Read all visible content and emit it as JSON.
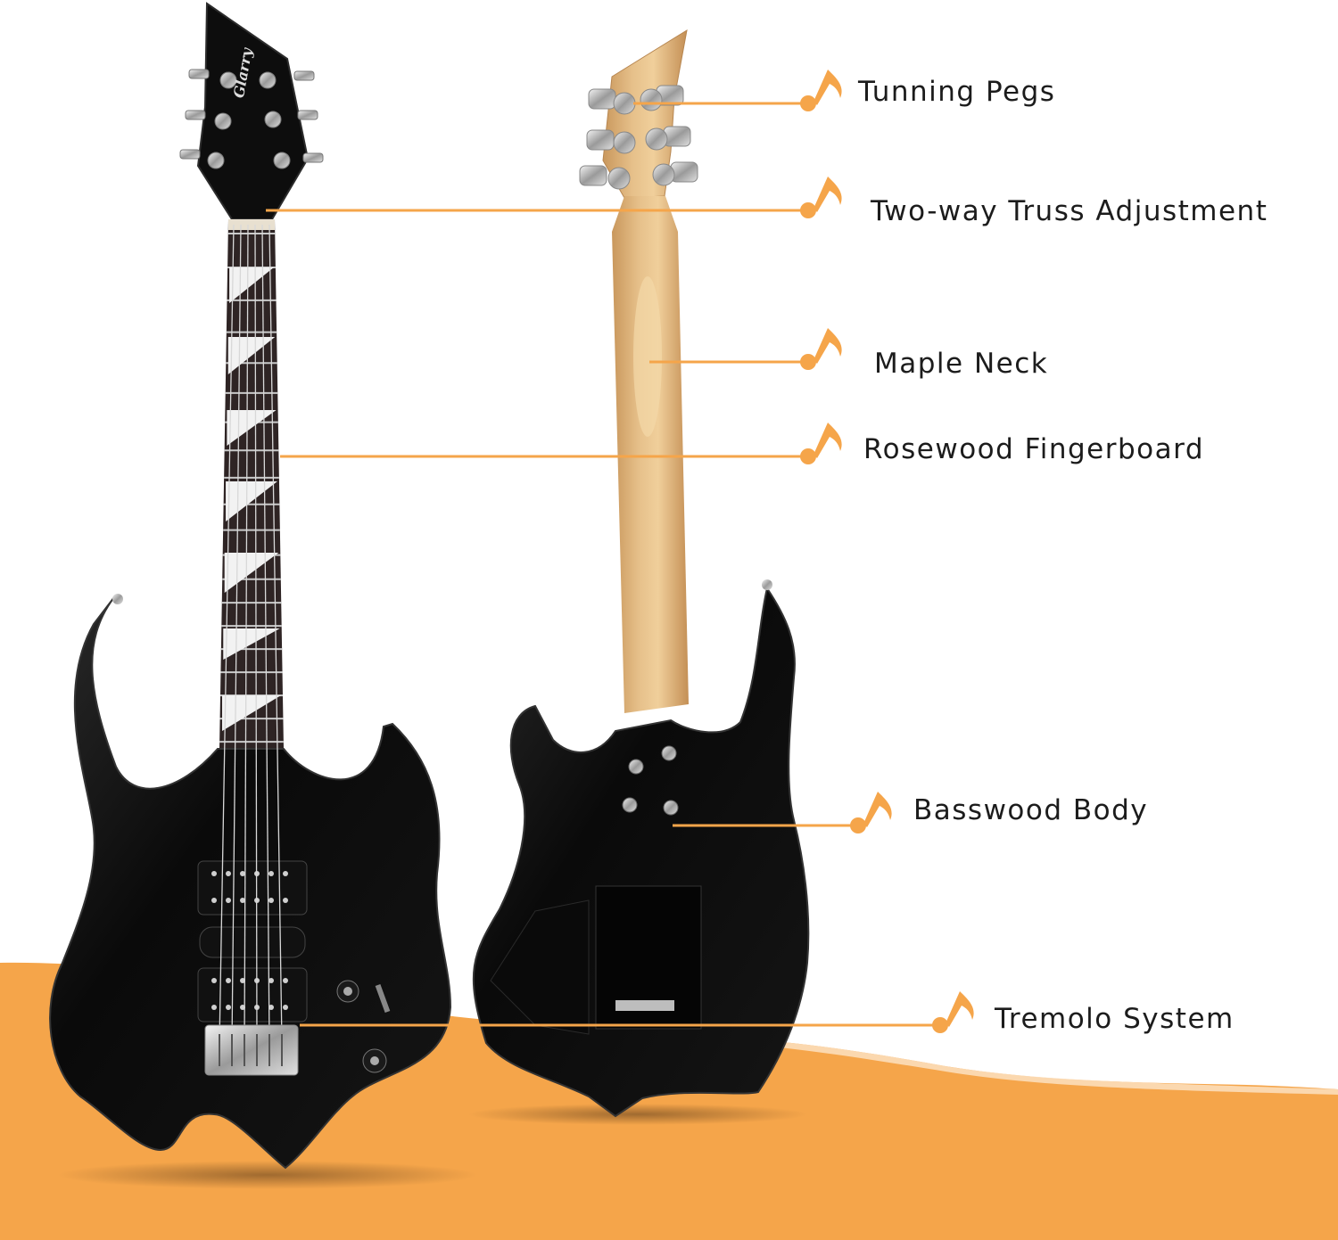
{
  "brand": {
    "logo_text": "Glarry"
  },
  "colors": {
    "accent": "#f5a54a",
    "background": "#ffffff",
    "wave": "#f5a54a",
    "guitar_body": "#0c0c0c",
    "maple": "#d9ad74",
    "text": "#1c1c1c"
  },
  "callouts": [
    {
      "id": "tuning-pegs",
      "label": "Tunning Pegs",
      "icon": "music-note-icon"
    },
    {
      "id": "truss",
      "label": "Two-way Truss Adjustment",
      "icon": "music-note-icon"
    },
    {
      "id": "maple-neck",
      "label": "Maple Neck",
      "icon": "music-note-icon"
    },
    {
      "id": "fingerboard",
      "label": "Rosewood Fingerboard",
      "icon": "music-note-icon"
    },
    {
      "id": "body",
      "label": "Basswood Body",
      "icon": "music-note-icon"
    },
    {
      "id": "tremolo",
      "label": "Tremolo System",
      "icon": "music-note-icon"
    }
  ]
}
